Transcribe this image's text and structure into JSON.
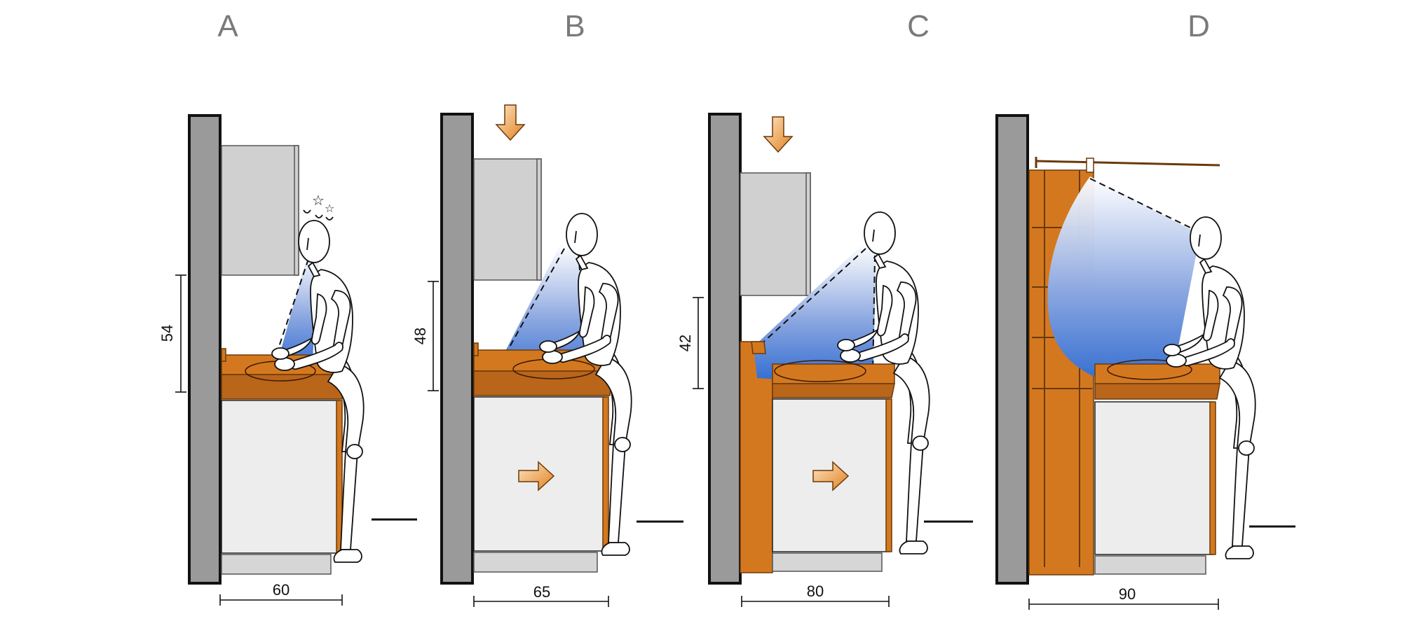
{
  "panels": [
    {
      "letter": "A",
      "height_label": "54",
      "depth_label": "60"
    },
    {
      "letter": "B",
      "height_label": "48",
      "depth_label": "65"
    },
    {
      "letter": "C",
      "height_label": "42",
      "depth_label": "80"
    },
    {
      "letter": "D",
      "height_label": "",
      "depth_label": "90"
    }
  ],
  "colors": {
    "wall": "#9a9a9a",
    "wood": "#d4781f",
    "cabinet": "#ededed",
    "upper_cabinet": "#d0d0d0",
    "light_top": "#ffffff",
    "light_bottom": "#2e6ad0"
  },
  "icons": [
    "orange-down-arrow-icon",
    "orange-right-arrow-icon",
    "dizzy-stars-icon"
  ]
}
